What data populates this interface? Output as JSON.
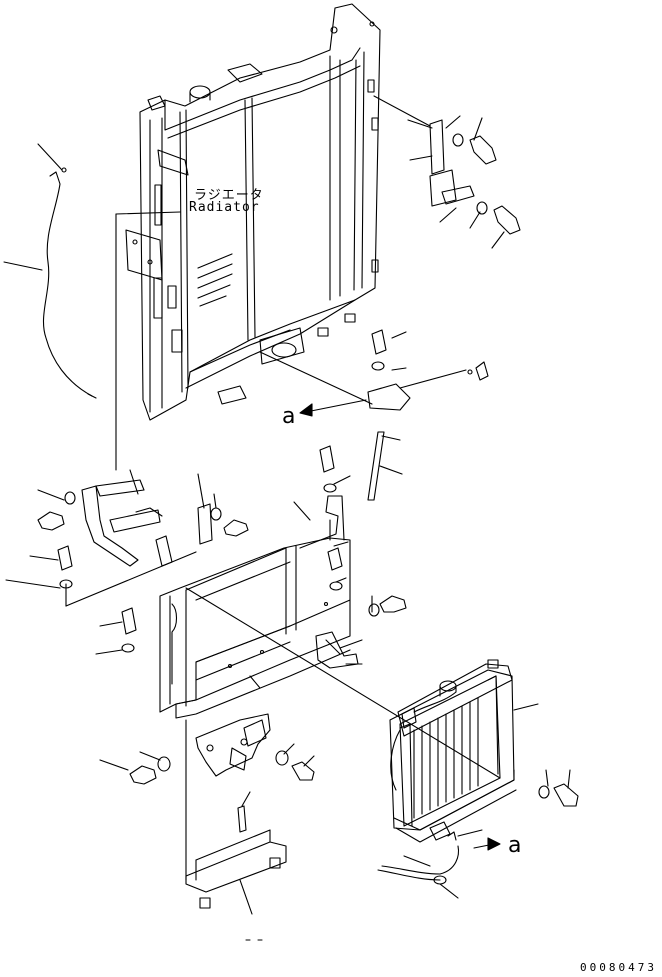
{
  "labels": {
    "radiator_jp": "ラジエータ",
    "radiator_en": "Radiator",
    "view_ref_1": "a",
    "view_ref_2": "a",
    "drawing_code": "00080473"
  }
}
